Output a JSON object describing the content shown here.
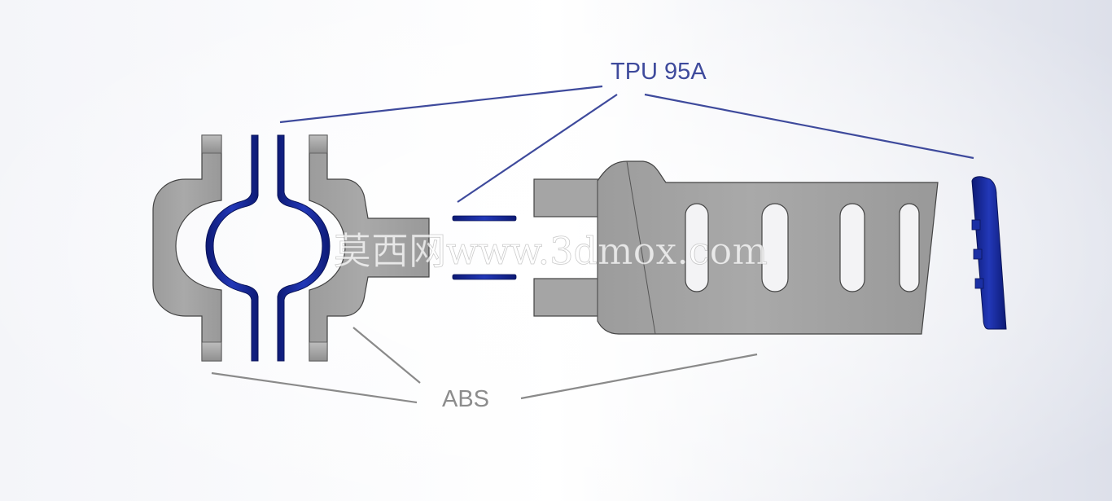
{
  "labels": {
    "tpu": "TPU 95A",
    "abs": "ABS"
  },
  "watermark": "莫西网www.3dmox.com",
  "colors": {
    "tpu": "#3e4a9c",
    "abs_label": "#8c8c8c",
    "abs_leader": "#8a8a8a",
    "part_gray": "#a7a7a7",
    "part_gray_light": "#c9c9c9",
    "part_blue": "#1a2fa4",
    "part_blue_dark": "#0d1a75",
    "outline": "#404040",
    "watermark": "#ffffff"
  }
}
